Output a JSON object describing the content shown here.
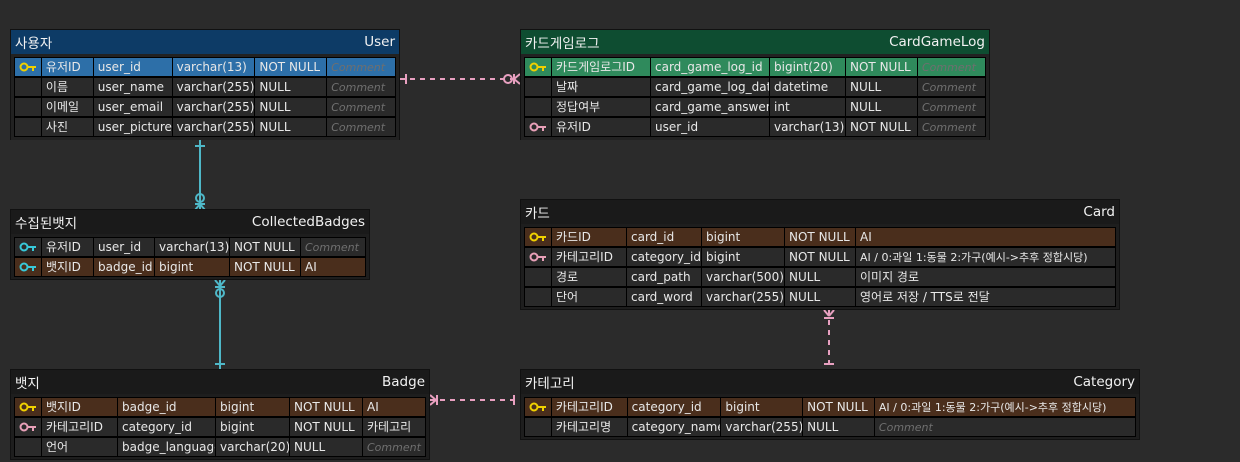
{
  "colors": {
    "relation_pink": "#e8a0c0",
    "relation_cyan": "#4fb8c8",
    "pk_key": "#f0d000",
    "fk_key": "#e8a0b8",
    "uk_key": "#38c8d8"
  },
  "user": {
    "title_ko": "사용자",
    "title_en": "User",
    "rows": [
      {
        "key": "pk-icon",
        "name": "유저ID",
        "col": "user_id",
        "type": "varchar(13)",
        "null": "NOT NULL",
        "comment": "Comment"
      },
      {
        "key": "",
        "name": "이름",
        "col": "user_name",
        "type": "varchar(255)",
        "null": "NULL",
        "comment": "Comment"
      },
      {
        "key": "",
        "name": "이메일",
        "col": "user_email",
        "type": "varchar(255)",
        "null": "NULL",
        "comment": "Comment"
      },
      {
        "key": "",
        "name": "사진",
        "col": "user_picture",
        "type": "varchar(255)",
        "null": "NULL",
        "comment": "Comment"
      }
    ]
  },
  "cardgamelog": {
    "title_ko": "카드게임로그",
    "title_en": "CardGameLog",
    "rows": [
      {
        "key": "pk-icon",
        "name": "카드게임로그ID",
        "col": "card_game_log_id",
        "type": "bigint(20)",
        "null": "NOT NULL",
        "comment": "Comment"
      },
      {
        "key": "",
        "name": "날짜",
        "col": "card_game_log_date",
        "type": "datetime",
        "null": "NULL",
        "comment": "Comment"
      },
      {
        "key": "",
        "name": "정답여부",
        "col": "card_game_answer",
        "type": "int",
        "null": "NULL",
        "comment": "Comment"
      },
      {
        "key": "fk-icon",
        "name": "유저ID",
        "col": "user_id",
        "type": "varchar(13)",
        "null": "NOT NULL",
        "comment": "Comment"
      }
    ]
  },
  "collected": {
    "title_ko": "수집된뱃지",
    "title_en": "CollectedBadges",
    "rows": [
      {
        "key": "uk-icon",
        "name": "유저ID",
        "col": "user_id",
        "type": "varchar(13)",
        "null": "NOT NULL",
        "comment": "Comment"
      },
      {
        "key": "uk-icon",
        "name": "뱃지ID",
        "col": "badge_id",
        "type": "bigint",
        "null": "NOT NULL",
        "comment": "AI"
      }
    ]
  },
  "card": {
    "title_ko": "카드",
    "title_en": "Card",
    "rows": [
      {
        "key": "pk-icon",
        "name": "카드ID",
        "col": "card_id",
        "type": "bigint",
        "null": "NOT NULL",
        "comment": "AI"
      },
      {
        "key": "fk-icon",
        "name": "카테고리ID",
        "col": "category_id",
        "type": "bigint",
        "null": "NOT NULL",
        "comment": "AI / 0:과일 1:동물 2:가구(예시->추후 정합시당)"
      },
      {
        "key": "",
        "name": "경로",
        "col": "card_path",
        "type": "varchar(500)",
        "null": "NULL",
        "comment": "이미지 경로"
      },
      {
        "key": "",
        "name": "단어",
        "col": "card_word",
        "type": "varchar(255)",
        "null": "NULL",
        "comment": "영어로 저장 / TTS로 전달"
      }
    ]
  },
  "badge": {
    "title_ko": "뱃지",
    "title_en": "Badge",
    "rows": [
      {
        "key": "pk-icon",
        "name": "뱃지ID",
        "col": "badge_id",
        "type": "bigint",
        "null": "NOT NULL",
        "comment": "AI"
      },
      {
        "key": "fk-icon",
        "name": "카테고리ID",
        "col": "category_id",
        "type": "bigint",
        "null": "NOT NULL",
        "comment": "카테고리"
      },
      {
        "key": "",
        "name": "언어",
        "col": "badge_language",
        "type": "varchar(20)",
        "null": "NULL",
        "comment": "Comment"
      }
    ]
  },
  "category": {
    "title_ko": "카테고리",
    "title_en": "Category",
    "rows": [
      {
        "key": "pk-icon",
        "name": "카테고리ID",
        "col": "category_id",
        "type": "bigint",
        "null": "NOT NULL",
        "comment": "AI / 0:과일 1:동물 2:가구(예시->추후 정합시당)"
      },
      {
        "key": "",
        "name": "카테고리명",
        "col": "category_name",
        "type": "varchar(255)",
        "null": "NULL",
        "comment": "Comment"
      }
    ]
  }
}
